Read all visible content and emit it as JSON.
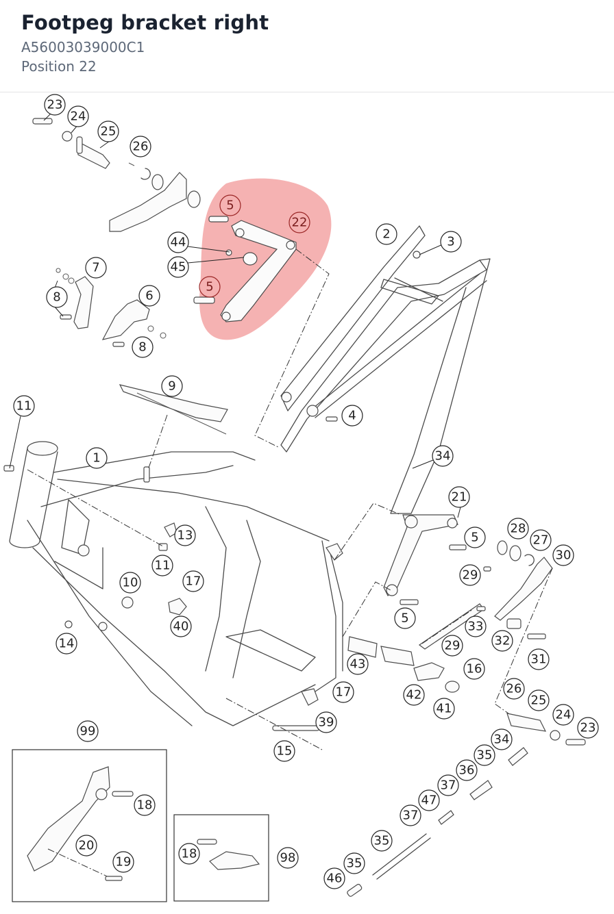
{
  "header": {
    "title": "Footpeg bracket right",
    "part_number": "A56003039000C1",
    "position": "Position 22"
  },
  "diagram": {
    "highlighted_position": "22",
    "highlight_color": "#e84848",
    "callouts": [
      "23",
      "24",
      "25",
      "26",
      "5",
      "22",
      "44",
      "45",
      "5",
      "2",
      "3",
      "7",
      "8",
      "6",
      "8",
      "9",
      "11",
      "4",
      "1",
      "34",
      "21",
      "13",
      "5",
      "28",
      "27",
      "11",
      "30",
      "10",
      "17",
      "29",
      "40",
      "5",
      "33",
      "14",
      "29",
      "32",
      "16",
      "31",
      "43",
      "42",
      "17",
      "41",
      "26",
      "25",
      "39",
      "24",
      "23",
      "99",
      "15",
      "34",
      "35",
      "36",
      "18",
      "37",
      "47",
      "20",
      "37",
      "19",
      "35",
      "18",
      "98",
      "35",
      "46"
    ]
  }
}
